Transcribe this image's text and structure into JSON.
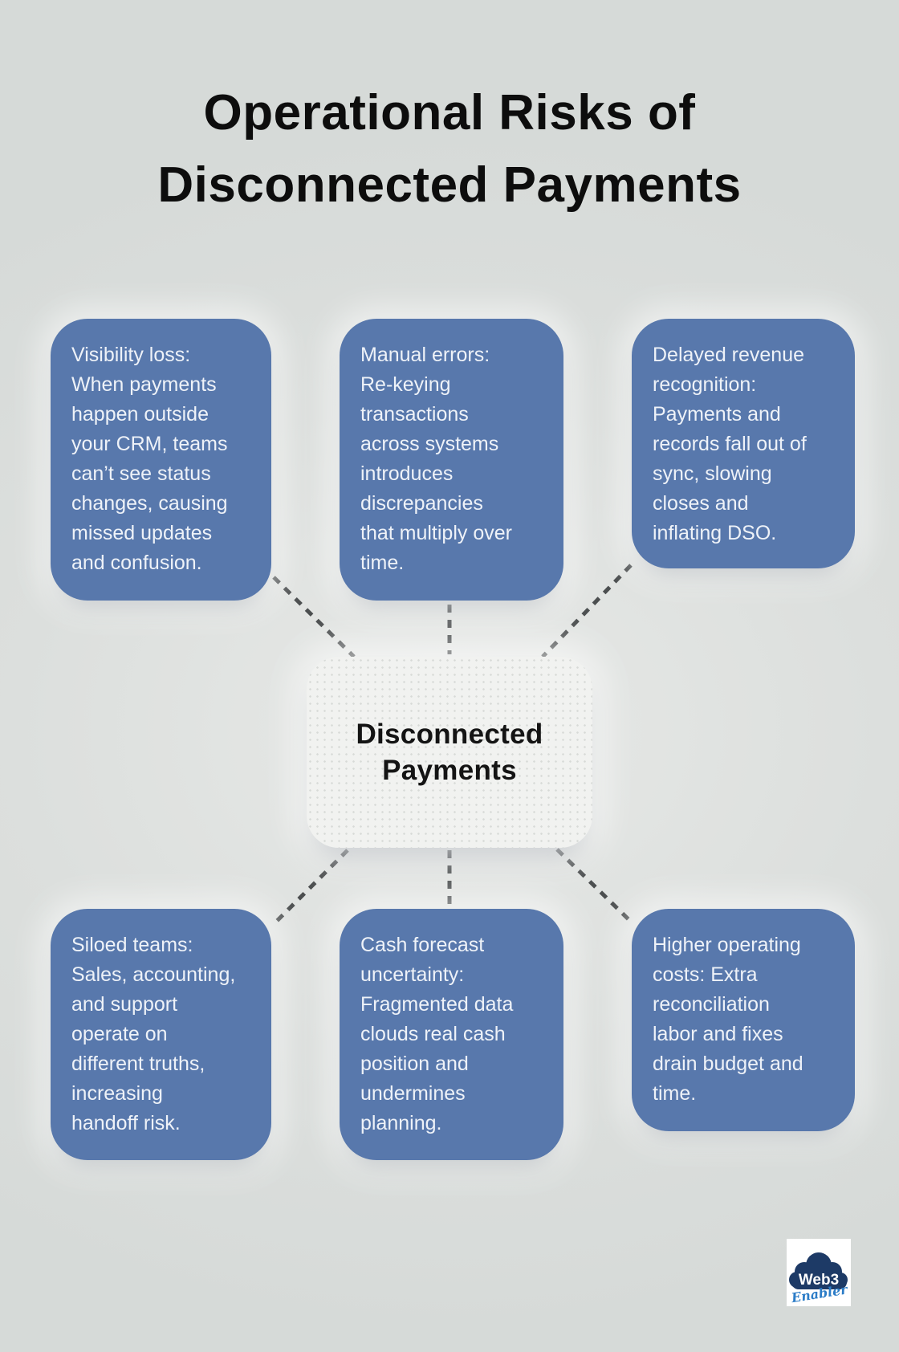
{
  "title": {
    "lines": [
      "Operational Risks of",
      "Disconnected Payments"
    ]
  },
  "center_node": {
    "lines": [
      "Disconnected",
      "Payments"
    ]
  },
  "risks": {
    "top_left": {
      "lines": [
        "Visibility loss:",
        "When payments",
        "happen outside",
        "your CRM, teams",
        "can’t see status",
        "changes, causing",
        "missed updates",
        "and confusion."
      ]
    },
    "top_middle": {
      "lines": [
        "Manual errors:",
        "Re-keying",
        "transactions",
        "across systems",
        "introduces",
        "discrepancies",
        "that multiply over",
        "time."
      ]
    },
    "top_right": {
      "lines": [
        "Delayed revenue",
        "recognition:",
        "Payments and",
        "records fall out of",
        "sync, slowing",
        "closes and",
        "inflating DSO."
      ]
    },
    "bottom_left": {
      "lines": [
        "Siloed teams:",
        "Sales, accounting,",
        "and support",
        "operate on",
        "different truths,",
        "increasing",
        "handoff risk."
      ]
    },
    "bottom_middle": {
      "lines": [
        "Cash forecast",
        "uncertainty:",
        "Fragmented data",
        "clouds real cash",
        "position and",
        "undermines",
        "planning."
      ]
    },
    "bottom_right": {
      "lines": [
        "Higher operating",
        "costs: Extra",
        "reconciliation",
        "labor and fixes",
        "drain budget and",
        "time."
      ]
    }
  },
  "logo": {
    "brand_top": "Web3",
    "brand_bottom": "Enabler",
    "icon": "cloud-icon"
  },
  "colors": {
    "background": "#dcdfdd",
    "card_blue": "#5878ac",
    "card_text": "#eef2f8",
    "center_bg": "#f1f2f0",
    "title_text": "#0d0d0d",
    "connector": "#4b4e4f",
    "logo_navy": "#1d3a66",
    "logo_script_blue": "#2b7cc7"
  }
}
